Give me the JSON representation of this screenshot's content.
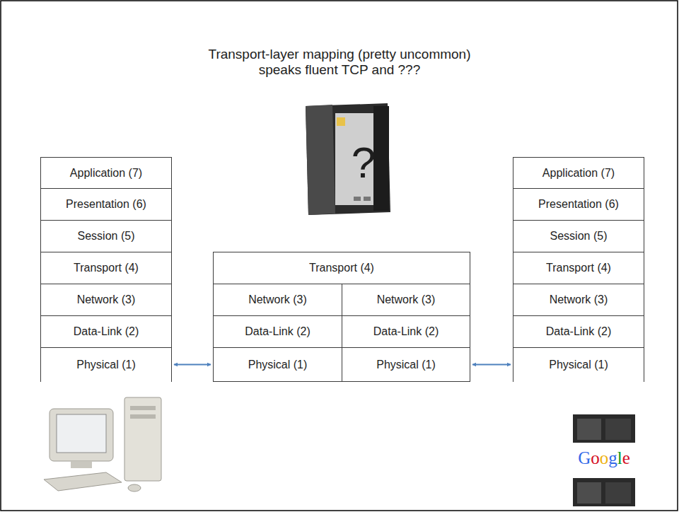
{
  "diagram": {
    "title": "Transport-layer mapping (pretty uncommon)",
    "nodes": [
      {
        "text": [
          "Application (7)"
        ]
      },
      {
        "text": [
          "Presentation (6)"
        ]
      },
      {
        "text": [
          "Session (5)"
        ]
      },
      {
        "text": [
          "Transport (4)"
        ]
      },
      {
        "text": [
          "Network (3)"
        ]
      },
      {
        "text": [
          "Data-Link (2)"
        ]
      },
      {
        "text": [
          "Physical (1)"
        ]
      },
      {
        "text": [
          "Transport (4)"
        ]
      },
      {
        "text": [
          "Network (3)"
        ]
      },
      {
        "text": [
          "Network (3)"
        ]
      },
      {
        "text": [
          "Data-Link (2)"
        ]
      },
      {
        "text": [
          "Data-Link (2)"
        ]
      },
      {
        "text": [
          "Physical (1)"
        ]
      },
      {
        "text": [
          "Physical (1)"
        ]
      },
      {
        "text": [
          "Application (7)"
        ]
      },
      {
        "text": [
          "Presentation (6)"
        ]
      },
      {
        "text": [
          "Session (5)"
        ]
      },
      {
        "text": [
          "Transport (4)"
        ]
      },
      {
        "text": [
          "Network (3)"
        ]
      },
      {
        "text": [
          "Data-Link (2)"
        ]
      },
      {
        "text": [
          "Physical (1)"
        ]
      }
    ],
    "edges": [
      {
        "from": 6,
        "to": 12,
        "arrow": "both"
      },
      {
        "from": 13,
        "to": 20,
        "arrow": "both"
      }
    ],
    "labels": [
      "speaks fluent TCP and ???",
      "?",
      "Google"
    ]
  }
}
